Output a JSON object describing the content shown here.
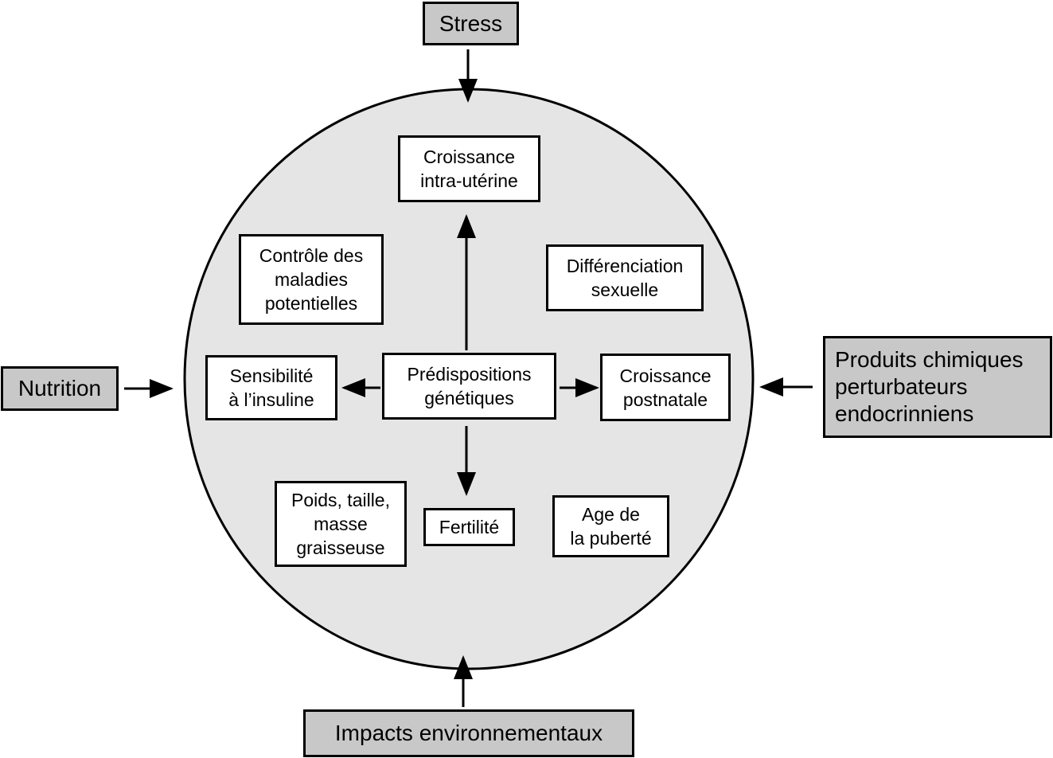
{
  "colors": {
    "circle_fill": "#e5e5e5",
    "external_fill": "#c8c8c8",
    "inner_fill": "#ffffff",
    "stroke": "#000000"
  },
  "external_factors": {
    "top": "Stress",
    "left": "Nutrition",
    "right": "Produits chimiques\nperturbateurs\nendocrinniens",
    "bottom": "Impacts environnementaux"
  },
  "center": "Prédispositions\ngénétiques",
  "outcomes": {
    "top": "Croissance\nintra-utérine",
    "top_left": "Contrôle des\nmaladies\npotentielles",
    "top_right": "Différenciation\nsexuelle",
    "left": "Sensibilité\nà l’insuline",
    "right": "Croissance\npostnatale",
    "bottom_left": "Poids, taille,\nmasse\ngraisseuse",
    "bottom": "Fertilité",
    "bottom_right": "Age de\nla puberté"
  }
}
